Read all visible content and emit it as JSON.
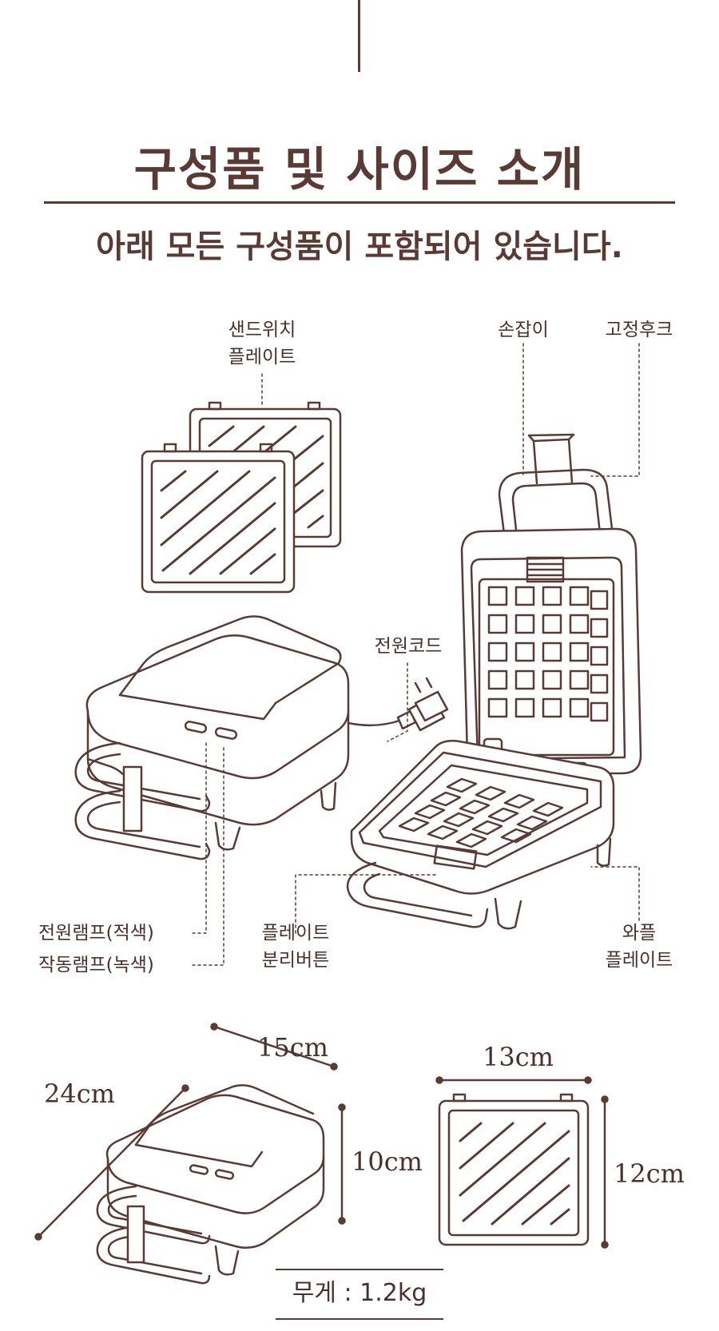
{
  "header": {
    "title": "구성품 및 사이즈 소개",
    "subtitle": "아래 모든 구성품이 포함되어 있습니다."
  },
  "labels": {
    "sandwich_plate": [
      "샌드위치",
      "플레이트"
    ],
    "handle": "손잡이",
    "hook": "고정후크",
    "power_cord": "전원코드",
    "power_lamp": "전원램프(적색)",
    "operation_lamp": "작동램프(녹색)",
    "plate_release": [
      "플레이트",
      "분리버튼"
    ],
    "waffle_plate": [
      "와플",
      "플레이트"
    ]
  },
  "dimensions": {
    "width": "15cm",
    "depth": "24cm",
    "height": "10cm",
    "plate_width": "13cm",
    "plate_height": "12cm"
  },
  "weight": "무게 : 1.2kg",
  "colors": {
    "line": "#5a3a35",
    "text": "#4a302c",
    "background": "#ffffff"
  }
}
